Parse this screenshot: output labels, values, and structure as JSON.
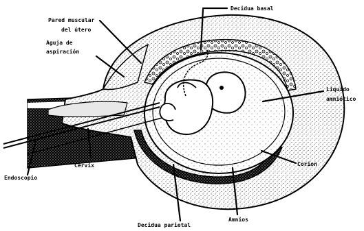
{
  "diagram": {
    "labels": {
      "pared_muscular_1": "Pared muscular",
      "pared_muscular_2": "del útero",
      "aguja_1": "Aguja de",
      "aguja_2": "aspiración",
      "decidua_basal": "Decidua basal",
      "liquido_1": "Líquido",
      "liquido_2": "amniótico",
      "endoscopio": "Endoscopio",
      "cervix": "Cérvix",
      "corion": "Corion",
      "amnios": "Amnios",
      "decidua_parietal": "Decidua parietal"
    },
    "colors": {
      "ink": "#000000",
      "paper": "#ffffff"
    }
  }
}
